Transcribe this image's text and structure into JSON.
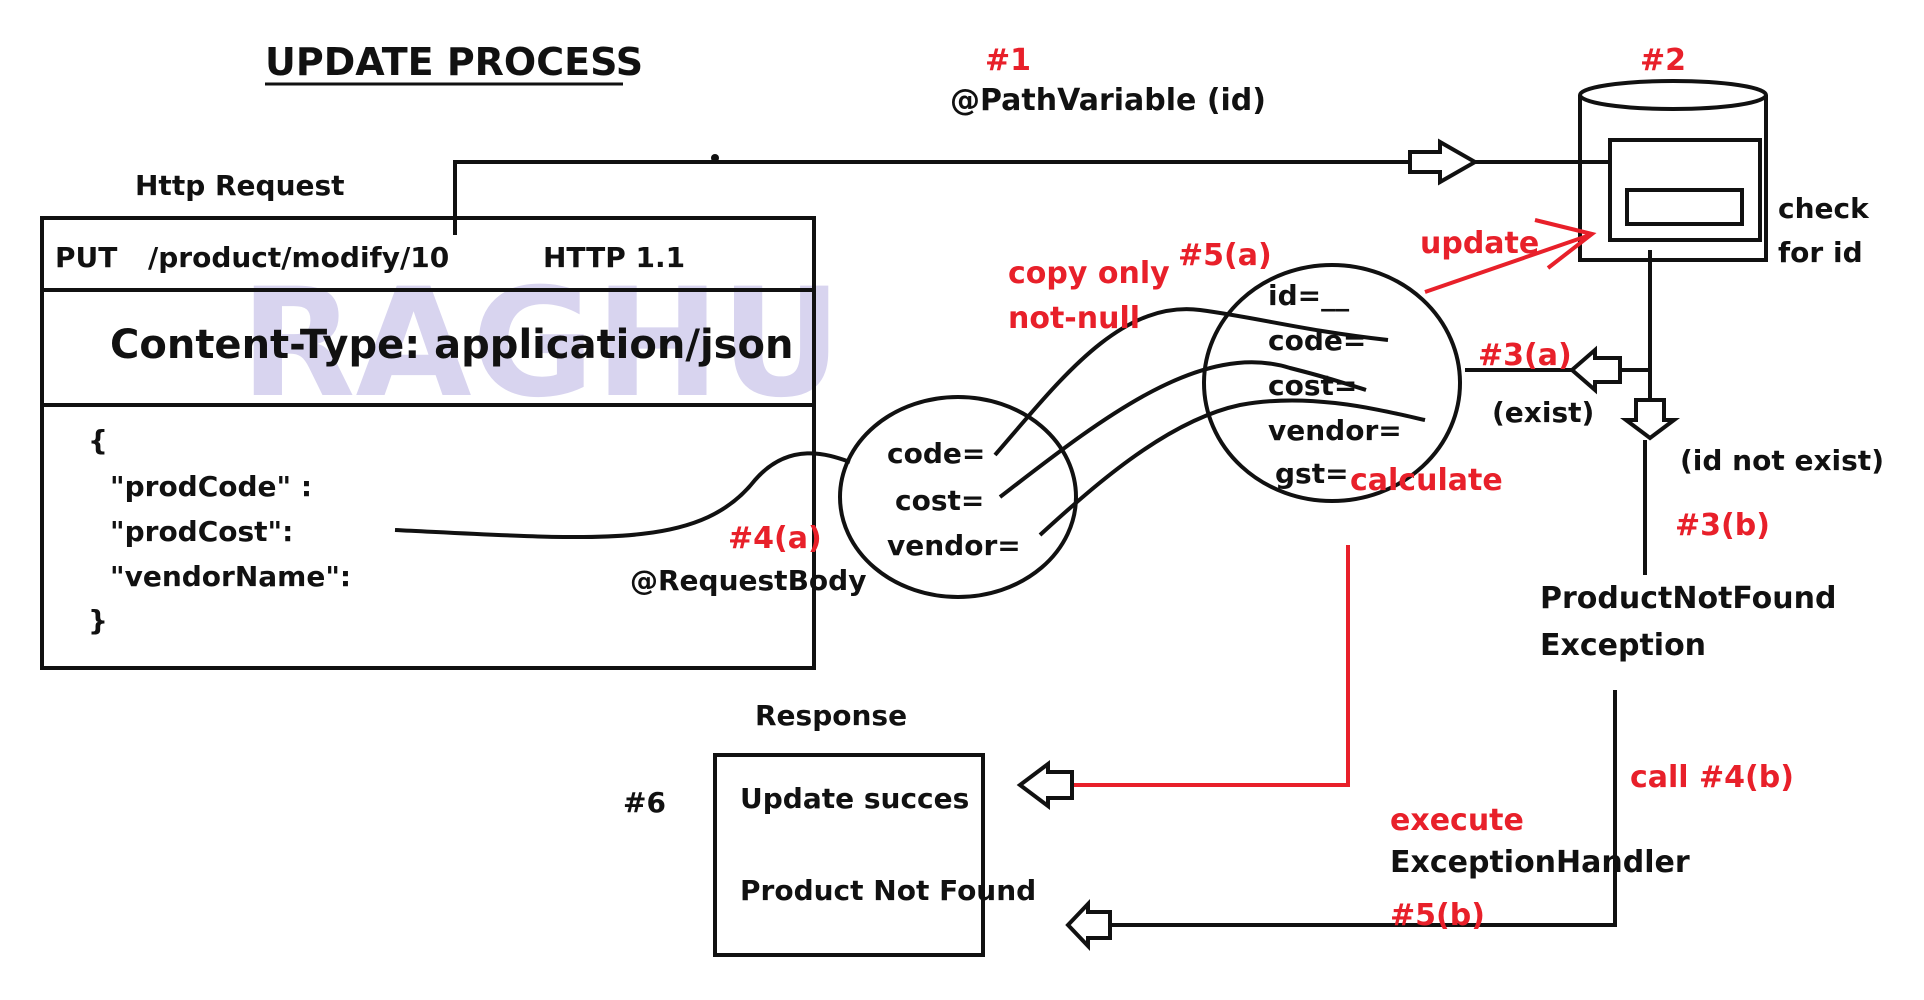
{
  "title": "UPDATE PROCESS",
  "watermark": "RAGHU",
  "request": {
    "caption": "Http Request",
    "method": "PUT",
    "path": "/product/modify/10",
    "version": "HTTP 1.1",
    "header": "Content-Type: application/json",
    "body": [
      "{",
      "\"prodCode\" :",
      "\"prodCost\":",
      "\"vendorName\":",
      "}"
    ]
  },
  "steps": {
    "s1": "#1",
    "s1_label": "@PathVariable (id)",
    "s2": "#2",
    "db_label": [
      "check",
      "for id"
    ],
    "s3a": "#3(a)",
    "s3a_label": "(exist)",
    "not_exist": "(id not exist)",
    "s3b": "#3(b)",
    "exception": [
      "ProductNotFound",
      "Exception"
    ],
    "call4b": "call #4(b)",
    "s4a": "#4(a)",
    "s4a_label": "@RequestBody",
    "s5a": "#5(a)",
    "copy_note": [
      "copy only",
      "not-null"
    ],
    "update": "update",
    "calculate": "calculate",
    "execute": "execute",
    "handler": "ExceptionHandler",
    "s5b": "#5(b)",
    "s6": "#6"
  },
  "request_object": [
    "code=",
    "cost=",
    "vendor="
  ],
  "db_object": [
    "id=__",
    "code=",
    "cost=",
    "vendor=",
    "gst="
  ],
  "response": {
    "caption": "Response",
    "lines": [
      "Update succes",
      "Product Not Found"
    ]
  },
  "colors": {
    "black": "#111111",
    "red": "#e8202a",
    "watermark": "#d8d4ef"
  }
}
